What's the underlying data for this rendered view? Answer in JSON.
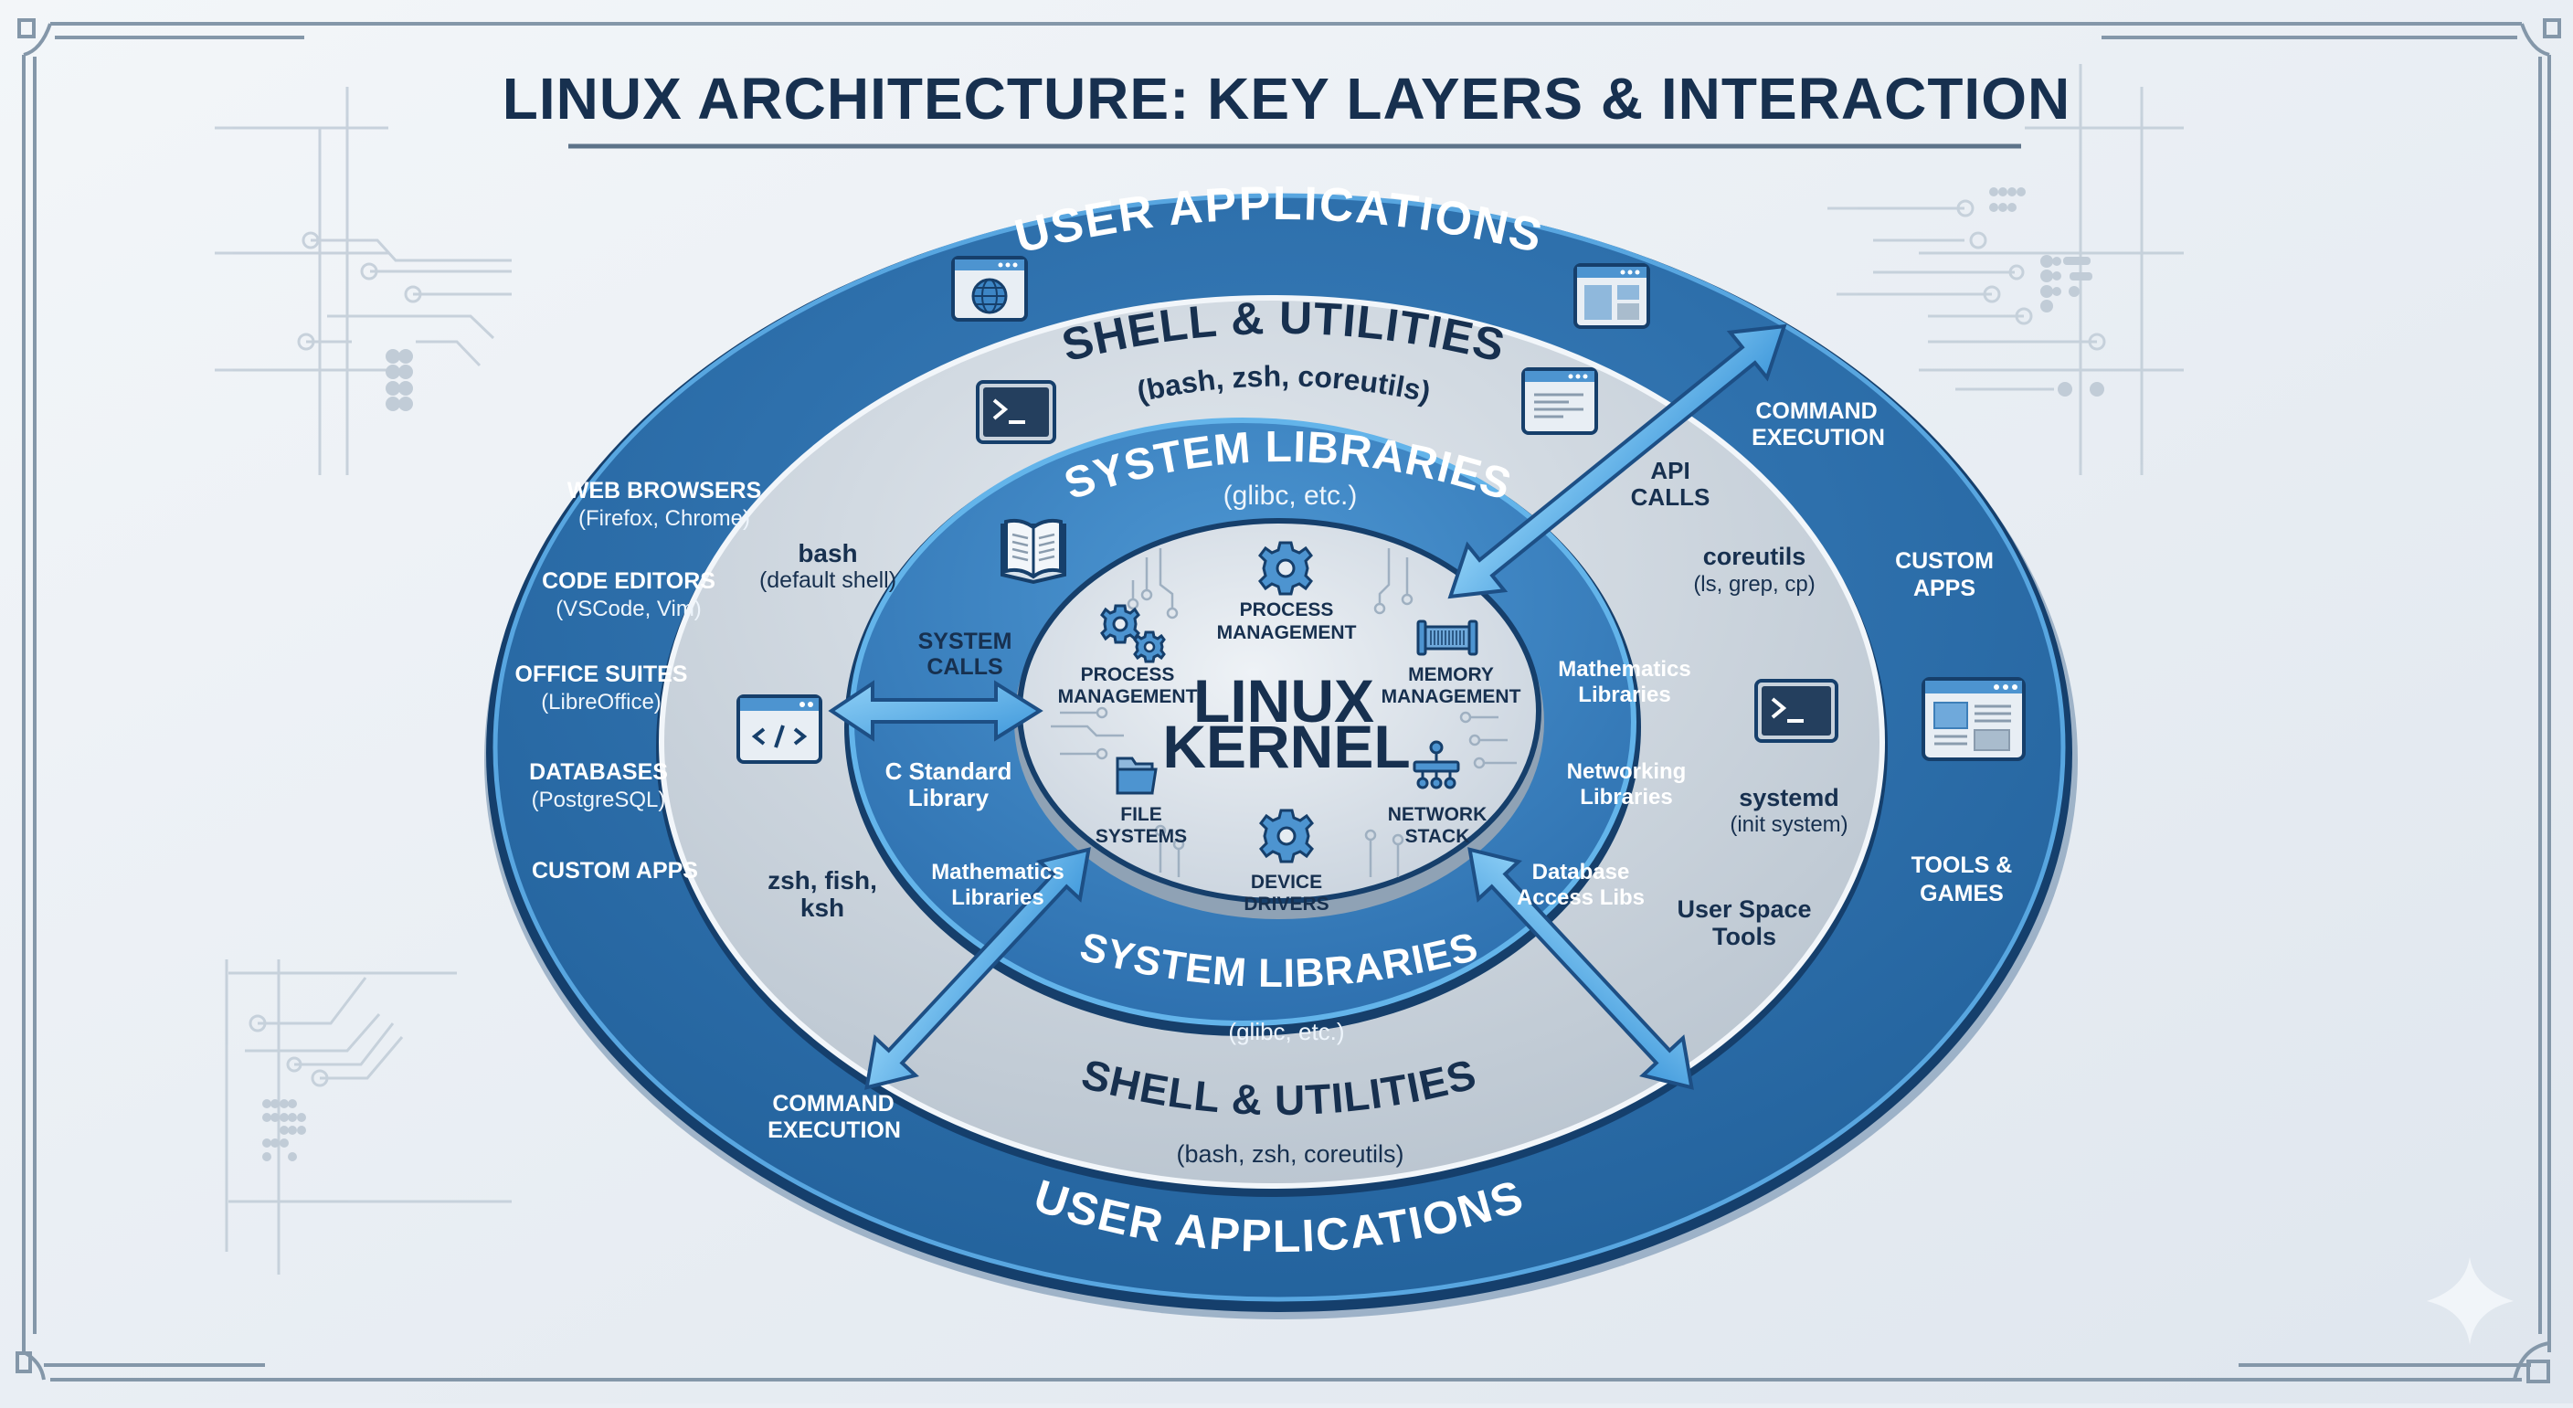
{
  "title": "LINUX ARCHITECTURE: KEY LAYERS & INTERACTION",
  "colors": {
    "background": "#e9eef4",
    "title": "#17304f",
    "outer_ring": "#2a6aa4",
    "outer_ring_edge": "#153f6c",
    "shell_ring": "#c9d3dd",
    "libs_ring": "#3a82c0",
    "kernel": "#d8e0e8",
    "arrow": "#5ab0e8",
    "frame": "#8497a9"
  },
  "layers": {
    "user_applications": {
      "label_top": "USER APPLICATIONS",
      "label_bottom": "USER APPLICATIONS",
      "left_items": [
        {
          "name": "WEB BROWSERS",
          "detail": "(Firefox, Chrome)"
        },
        {
          "name": "CODE EDITORS",
          "detail": "(VSCode, Vim)"
        },
        {
          "name": "OFFICE SUITES",
          "detail": "(LibreOffice)"
        },
        {
          "name": "DATABASES",
          "detail": "(PostgreSQL)"
        },
        {
          "name": "CUSTOM APPS",
          "detail": ""
        }
      ],
      "right_items": [
        {
          "line1": "COMMAND",
          "line2": "EXECUTION"
        },
        {
          "line1": "CUSTOM",
          "line2": "APPS"
        },
        {
          "line1": "TOOLS &",
          "line2": "GAMES"
        }
      ],
      "bottom_left": {
        "line1": "COMMAND",
        "line2": "EXECUTION"
      },
      "icons": [
        "browser-globe-icon",
        "window-layout-icon",
        "window-content-icon"
      ]
    },
    "shell_utilities": {
      "label_top": "SHELL & UTILITIES",
      "sub_top": "(bash, zsh, coreutils)",
      "label_bottom": "SHELL & UTILITIES",
      "sub_bottom": "(bash, zsh, coreutils)",
      "items": {
        "bash": {
          "name": "bash",
          "detail": "(default shell)"
        },
        "zsh": {
          "line1": "zsh, fish,",
          "line2": "ksh"
        },
        "api": {
          "line1": "API",
          "line2": "CALLS"
        },
        "coreutils": {
          "name": "coreutils",
          "detail": "(ls, grep, cp)"
        },
        "systemd": {
          "name": "systemd",
          "detail": "(init system)"
        },
        "userspace": {
          "line1": "User Space",
          "line2": "Tools"
        }
      },
      "icons": [
        "terminal-icon",
        "document-window-icon",
        "code-window-icon",
        "terminal-icon"
      ]
    },
    "system_libraries": {
      "label_top": "SYSTEM LIBRARIES",
      "sub_top": "(glibc, etc.)",
      "label_bottom": "SYSTEM LIBRARIES",
      "sub_bottom": "(glibc, etc.)",
      "items": {
        "syscalls": {
          "line1": "SYSTEM",
          "line2": "CALLS"
        },
        "cstd": {
          "line1": "C Standard",
          "line2": "Library"
        },
        "math_left": {
          "line1": "Mathematics",
          "line2": "Libraries"
        },
        "math_right": {
          "line1": "Mathematics",
          "line2": "Libraries"
        },
        "networking": {
          "line1": "Networking",
          "line2": "Libraries"
        },
        "database": {
          "line1": "Database",
          "line2": "Access Libs"
        }
      },
      "icons": [
        "book-icon"
      ]
    },
    "kernel": {
      "title_line1": "LINUX",
      "title_line2": "KERNEL",
      "components": [
        {
          "id": "proc_top",
          "line1": "PROCESS",
          "line2": "MANAGEMENT",
          "icon": "gear-icon"
        },
        {
          "id": "proc_left",
          "line1": "PROCESS",
          "line2": "MANAGEMENT",
          "icon": "gears-icon"
        },
        {
          "id": "memory",
          "line1": "MEMORY",
          "line2": "MANAGEMENT",
          "icon": "memory-chip-icon"
        },
        {
          "id": "files",
          "line1": "FILE",
          "line2": "SYSTEMS",
          "icon": "folder-icon"
        },
        {
          "id": "network",
          "line1": "NETWORK",
          "line2": "STACK",
          "icon": "network-tree-icon"
        },
        {
          "id": "drivers",
          "line1": "DEVICE",
          "line2": "DRIVERS",
          "icon": "gear-icon"
        }
      ]
    }
  }
}
